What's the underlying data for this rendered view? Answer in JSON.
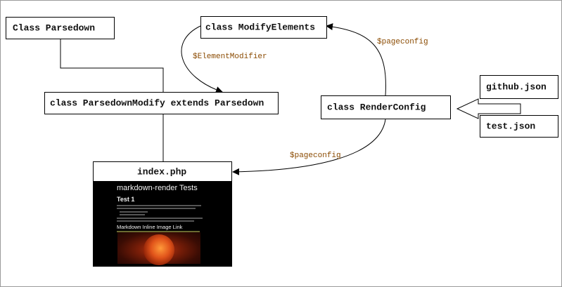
{
  "boxes": {
    "parsedown": "Class Parsedown",
    "modify_elements": "class ModifyElements",
    "parsedown_modify": "class ParsedownModify extends Parsedown",
    "render_config": "class RenderConfig",
    "github_json": "github.json",
    "test_json": "test.json",
    "index_php": "index.php"
  },
  "edge_labels": {
    "element_modifier": "$ElementModifier",
    "pageconfig_top": "$pageconfig",
    "pageconfig_bottom": "$pageconfig"
  },
  "screenshot": {
    "title": "markdown-render Tests",
    "heading": "Test 1",
    "subheading": "Markdown Inline Image Link"
  },
  "colors": {
    "label": "#8a4a00",
    "line": "#000000"
  }
}
